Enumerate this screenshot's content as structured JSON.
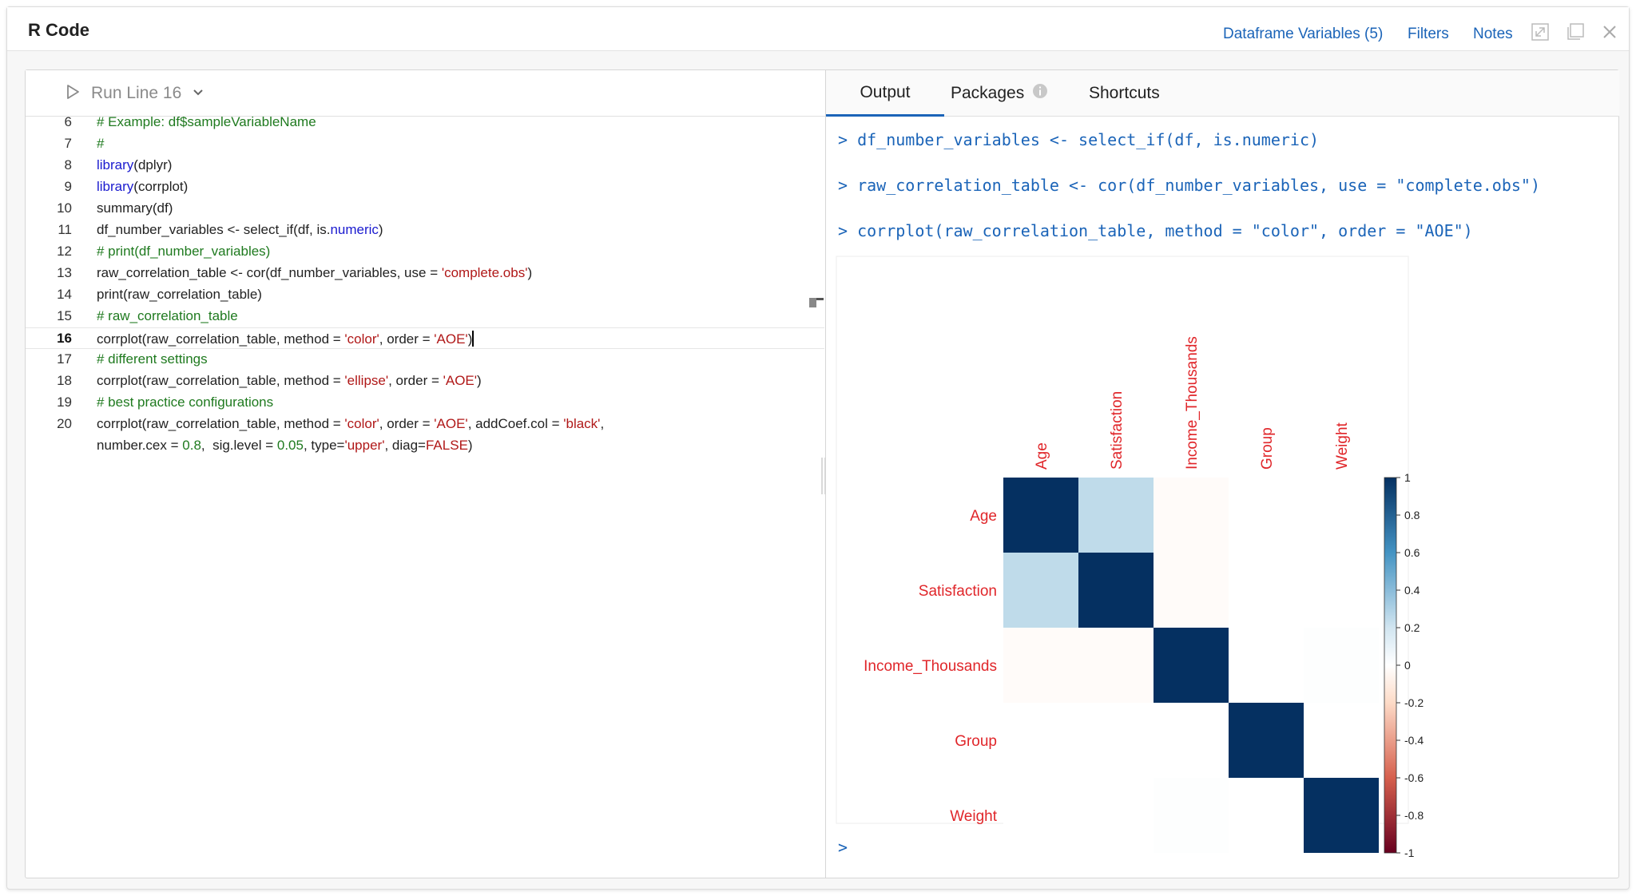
{
  "window": {
    "title": "R Code",
    "links": {
      "dataframe_variables": "Dataframe Variables (5)",
      "filters": "Filters",
      "notes": "Notes"
    },
    "icons": [
      "expand-icon",
      "popout-icon",
      "close-icon"
    ]
  },
  "editor": {
    "run_label": "Run Line 16",
    "current_line": 16,
    "lines": [
      {
        "n": "6",
        "segs": [
          [
            "c",
            "# Example: df$sampleVariableName"
          ]
        ]
      },
      {
        "n": "7",
        "segs": [
          [
            "c",
            "#"
          ]
        ]
      },
      {
        "n": "8",
        "segs": [
          [
            "k",
            "library"
          ],
          [
            "t",
            "(dplyr)"
          ]
        ]
      },
      {
        "n": "9",
        "segs": [
          [
            "k",
            "library"
          ],
          [
            "t",
            "(corrplot)"
          ]
        ]
      },
      {
        "n": "10",
        "segs": [
          [
            "t",
            "summary(df)"
          ]
        ]
      },
      {
        "n": "11",
        "segs": [
          [
            "t",
            "df_number_variables <- select_if(df, is."
          ],
          [
            "k",
            "numeric"
          ],
          [
            "t",
            ")"
          ]
        ]
      },
      {
        "n": "12",
        "segs": [
          [
            "c",
            "# print(df_number_variables)"
          ]
        ]
      },
      {
        "n": "13",
        "segs": [
          [
            "t",
            "raw_correlation_table <- cor(df_number_variables, use = "
          ],
          [
            "s",
            "'complete.obs'"
          ],
          [
            "t",
            ")"
          ]
        ]
      },
      {
        "n": "14",
        "segs": [
          [
            "t",
            "print(raw_correlation_table)"
          ]
        ]
      },
      {
        "n": "15",
        "segs": [
          [
            "c",
            "# raw_correlation_table"
          ]
        ]
      },
      {
        "n": "16",
        "segs": [
          [
            "t",
            "corrplot(raw_correlation_table, method = "
          ],
          [
            "s",
            "'color'"
          ],
          [
            "t",
            ", order = "
          ],
          [
            "s",
            "'AOE'"
          ],
          [
            "t",
            ")"
          ]
        ]
      },
      {
        "n": "17",
        "segs": [
          [
            "c",
            "# different settings"
          ]
        ]
      },
      {
        "n": "18",
        "segs": [
          [
            "t",
            "corrplot(raw_correlation_table, method = "
          ],
          [
            "s",
            "'ellipse'"
          ],
          [
            "t",
            ", order = "
          ],
          [
            "s",
            "'AOE'"
          ],
          [
            "t",
            ")"
          ]
        ]
      },
      {
        "n": "19",
        "segs": [
          [
            "c",
            "# best practice configurations"
          ]
        ]
      },
      {
        "n": "20",
        "segs": [
          [
            "t",
            "corrplot(raw_correlation_table, method = "
          ],
          [
            "s",
            "'color'"
          ],
          [
            "t",
            ", order = "
          ],
          [
            "s",
            "'AOE'"
          ],
          [
            "t",
            ", addCoef.col = "
          ],
          [
            "s",
            "'black'"
          ],
          [
            "t",
            ","
          ]
        ]
      },
      {
        "n": "",
        "segs": [
          [
            "t",
            "number.cex = "
          ],
          [
            "n",
            "0.8"
          ],
          [
            "t",
            ",  sig.level = "
          ],
          [
            "n",
            "0.05"
          ],
          [
            "t",
            ", type="
          ],
          [
            "s",
            "'upper'"
          ],
          [
            "t",
            ", diag="
          ],
          [
            "s",
            "FALSE"
          ],
          [
            "t",
            ")"
          ]
        ]
      }
    ]
  },
  "output": {
    "tabs": [
      {
        "label": "Output",
        "active": true
      },
      {
        "label": "Packages",
        "active": false
      },
      {
        "label": "Shortcuts",
        "active": false
      }
    ],
    "commands": [
      "> df_number_variables <- select_if(df, is.numeric)",
      "> raw_correlation_table <- cor(df_number_variables, use = \"complete.obs\")",
      "> corrplot(raw_correlation_table, method = \"color\", order = \"AOE\")"
    ],
    "prompt": ">"
  },
  "chart_data": {
    "type": "heatmap",
    "title": "",
    "variables": [
      "Age",
      "Satisfaction",
      "Income_Thousands",
      "Group",
      "Weight"
    ],
    "matrix": [
      [
        1.0,
        0.25,
        -0.02,
        0.0,
        0.0
      ],
      [
        0.25,
        1.0,
        -0.02,
        0.0,
        0.0
      ],
      [
        -0.02,
        -0.02,
        1.0,
        0.0,
        0.01
      ],
      [
        0.0,
        0.0,
        0.0,
        1.0,
        0.0
      ],
      [
        0.0,
        0.0,
        0.01,
        0.0,
        1.0
      ]
    ],
    "colorbar": {
      "ticks": [
        "1",
        "0.8",
        "0.6",
        "0.4",
        "0.2",
        "0",
        "-0.2",
        "-0.4",
        "-0.6",
        "-0.8",
        "-1"
      ],
      "range": [
        -1,
        1
      ]
    },
    "label_color": "#e0262a",
    "colors": {
      "positive": "#053061",
      "neutral": "#ffffff",
      "negative": "#67001f"
    }
  }
}
